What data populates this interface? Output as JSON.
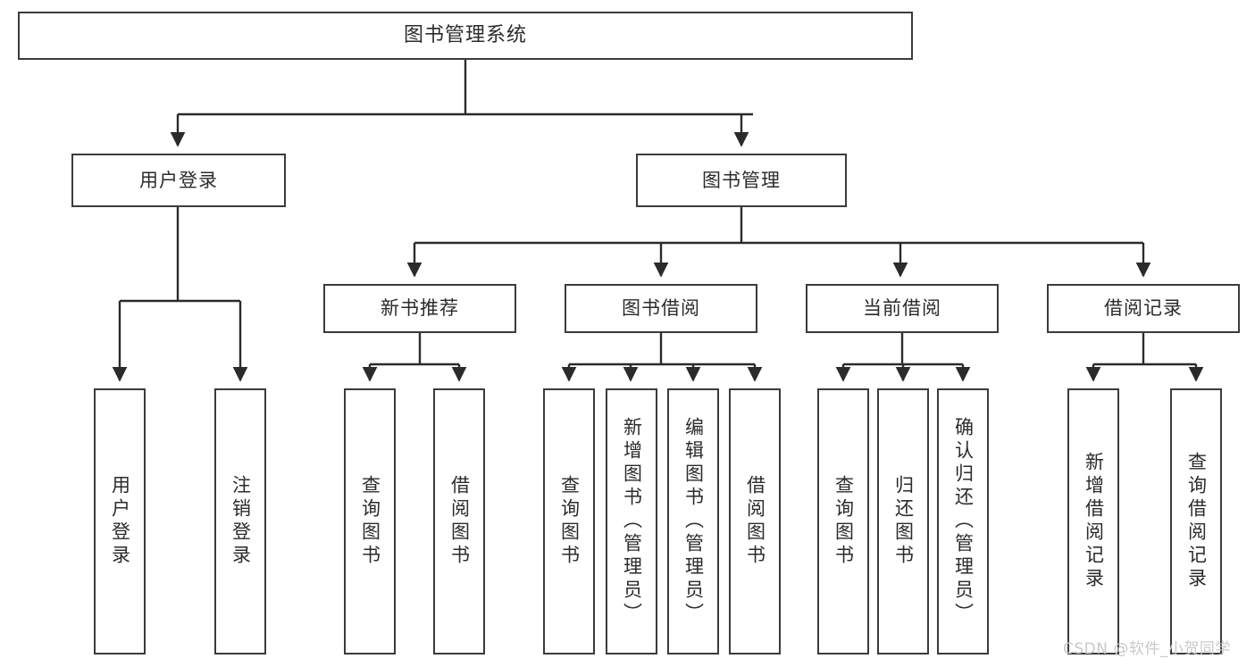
{
  "diagram": {
    "title": "图书管理系统",
    "type": "tree",
    "root": {
      "id": "root",
      "label": "图书管理系统"
    },
    "level2": [
      {
        "id": "user-login",
        "label": "用户登录"
      },
      {
        "id": "book-manage",
        "label": "图书管理"
      }
    ],
    "level3": [
      {
        "id": "new-book-recommend",
        "label": "新书推荐"
      },
      {
        "id": "book-borrow",
        "label": "图书借阅"
      },
      {
        "id": "current-borrow",
        "label": "当前借阅"
      },
      {
        "id": "borrow-record",
        "label": "借阅记录"
      }
    ],
    "leaves": {
      "user_login": [
        {
          "id": "leaf-user-login",
          "label": "用户登录"
        },
        {
          "id": "leaf-logout-login",
          "label": "注销登录"
        }
      ],
      "new_book_recommend": [
        {
          "id": "leaf-query-book-1",
          "label": "查询图书"
        },
        {
          "id": "leaf-borrow-book-1",
          "label": "借阅图书"
        }
      ],
      "book_borrow": [
        {
          "id": "leaf-query-book-2",
          "label": "查询图书"
        },
        {
          "id": "leaf-add-book",
          "label": "新增图书（管理员）"
        },
        {
          "id": "leaf-edit-book",
          "label": "编辑图书（管理员）"
        },
        {
          "id": "leaf-borrow-book-2",
          "label": "借阅图书"
        }
      ],
      "current_borrow": [
        {
          "id": "leaf-query-book-3",
          "label": "查询图书"
        },
        {
          "id": "leaf-return-book",
          "label": "归还图书"
        },
        {
          "id": "leaf-confirm-return",
          "label": "确认归还（管理员）"
        }
      ],
      "borrow_record": [
        {
          "id": "leaf-add-record",
          "label": "新增借阅记录"
        },
        {
          "id": "leaf-query-record",
          "label": "查询借阅记录"
        }
      ]
    }
  },
  "watermark": {
    "text": "CSDN @软件_小贺同学",
    "color": "#c9c9c9"
  },
  "style": {
    "box_border": "#3b3b3b",
    "box_fill": "#ffffff",
    "connector": "#2b2b2b",
    "text": "#2b2b2b",
    "background": "#ffffff"
  }
}
